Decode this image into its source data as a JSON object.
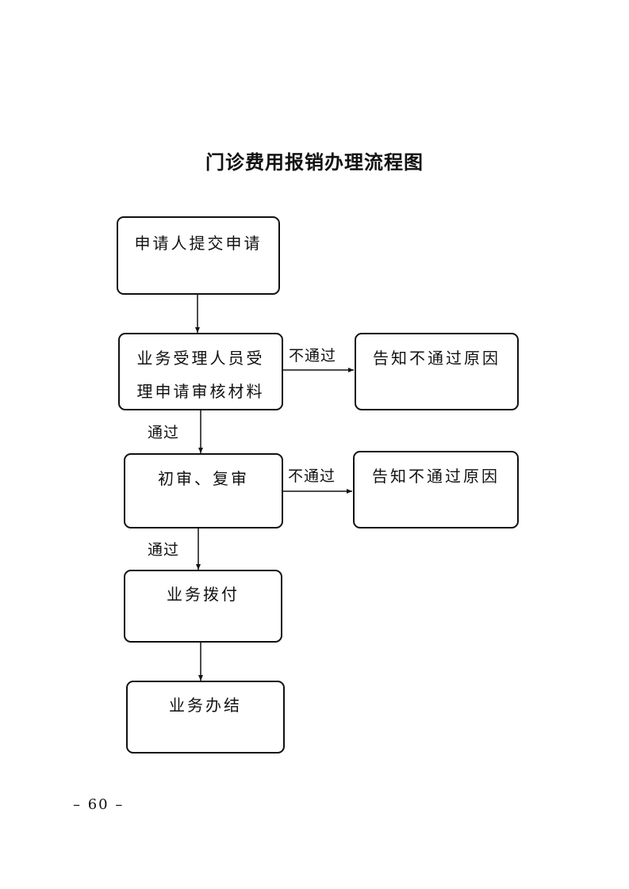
{
  "title": "门诊费用报销办理流程图",
  "nodes": {
    "submit": "申请人提交申请",
    "review_line1": "业务受理人员受",
    "review_line2": "理申请审核材料",
    "reject_reason_1": "告知不通过原因",
    "initial_recheck": "初审、复审",
    "reject_reason_2": "告知不通过原因",
    "payment": "业务拨付",
    "complete": "业务办结"
  },
  "edge_labels": {
    "fail_1": "不通过",
    "pass_1": "通过",
    "fail_2": "不通过",
    "pass_2": "通过"
  },
  "page_number": "– 60 –"
}
